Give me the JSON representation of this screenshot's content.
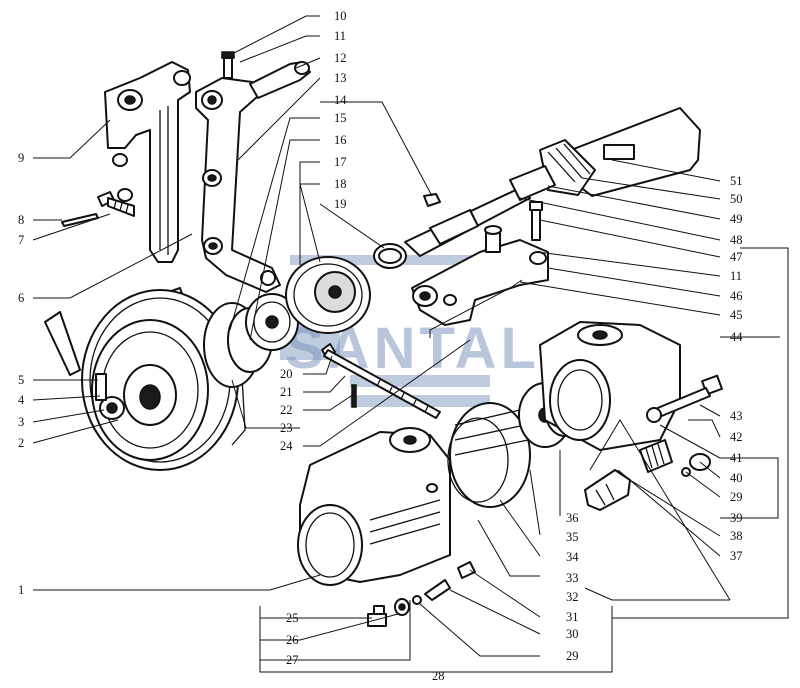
{
  "watermark": {
    "text": "SANTAL",
    "color": "#7f96bd"
  },
  "labels": {
    "l10": "10",
    "l11a": "11",
    "l12": "12",
    "l13": "13",
    "l14": "14",
    "l15": "15",
    "l16": "16",
    "l17": "17",
    "l18": "18",
    "l19": "19",
    "l9": "9",
    "l8": "8",
    "l7": "7",
    "l6": "6",
    "l5": "5",
    "l4": "4",
    "l3": "3",
    "l2": "2",
    "l20": "20",
    "l21": "21",
    "l22": "22",
    "l23": "23",
    "l24": "24",
    "l51": "51",
    "l50": "50",
    "l49": "49",
    "l48": "48",
    "l47": "47",
    "l11b": "11",
    "l46": "46",
    "l45": "45",
    "l44": "44",
    "l43": "43",
    "l42": "42",
    "l41": "41",
    "l40": "40",
    "l29a": "29",
    "l39": "39",
    "l38": "38",
    "l37": "37",
    "l36": "36",
    "l35": "35",
    "l34": "34",
    "l33": "33",
    "l32": "32",
    "l31": "31",
    "l30": "30",
    "l29b": "29",
    "l1": "1",
    "l25": "25",
    "l26": "26",
    "l27": "27",
    "l28": "28"
  }
}
